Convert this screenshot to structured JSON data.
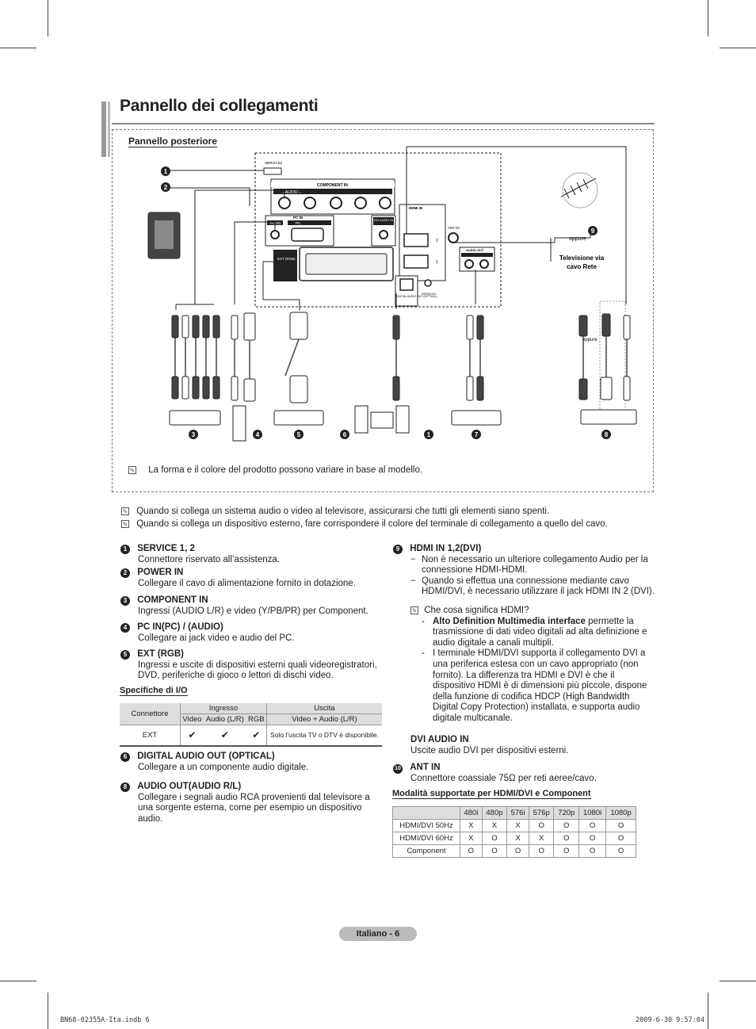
{
  "page": {
    "title": "Pannello dei collegamenti",
    "panel_label": "Pannello posteriore",
    "panel_note": "La forma e il colore del prodotto possono variare in base al modello."
  },
  "diagram": {
    "labels": {
      "usb": "SERVICE2",
      "component_in": "COMPONENT IN",
      "audio": "– AUDIO –",
      "pc_in": "PC IN",
      "audio_small": "AUDIO",
      "pc": "PC",
      "dvi_audio_in": "DVI AUDIO IN",
      "hdmi_in": "HDMI IN",
      "ant_in": "ANT IN",
      "ext_rgb": "EXT (RGB)",
      "digital_audio_out": "DIGITAL AUDIO OUT (OPTICAL)",
      "service1": "SERVICE1",
      "audio_out": "AUDIO OUT",
      "oppure": "oppure",
      "cable_tv": "Televisione via cavo Rete",
      "hdmi_port2": "2",
      "hdmi_port1": "1"
    },
    "markers": [
      "1",
      "2",
      "3",
      "4",
      "5",
      "6",
      "1",
      "7",
      "8",
      "9"
    ]
  },
  "notes": [
    "Quando si collega un sistema audio o video al televisore, assicurarsi che tutti gli elementi siano spenti.",
    "Quando si collega un dispositivo esterno, fare corrispondere il colore del terminale di collegamento a quello del cavo."
  ],
  "left_items": [
    {
      "num": "1",
      "title": "SERVICE 1, 2",
      "desc": "Connettore riservato all’assistenza."
    },
    {
      "num": "2",
      "title": "POWER IN",
      "desc": "Collegare il cavo di alimentazione fornito in dotazione."
    },
    {
      "num": "3",
      "title": "COMPONENT IN",
      "desc": "Ingressi (AUDIO L/R) e video (Y/PB/PR) per Component."
    },
    {
      "num": "4",
      "title": "PC IN(PC) / (AUDIO)",
      "desc": "Collegare ai jack video e audio del PC."
    },
    {
      "num": "5",
      "title": "EXT (RGB)",
      "desc": "Ingressi e uscite di dispositivi esterni quali videoregistratori, DVD, periferiche di gioco o lettori di dischi video."
    }
  ],
  "io_spec": {
    "label": "Specifiche di I/O",
    "headers": {
      "connettore": "Connettore",
      "ingresso": "Ingresso",
      "uscita": "Uscita",
      "video": "Video",
      "audio_lr": "Audio (L/R)",
      "rgb": "RGB",
      "video_audio": "Video + Audio (L/R)"
    },
    "row": {
      "name": "EXT",
      "video": "✔",
      "audio": "✔",
      "rgb": "✔",
      "out": "Solo l’uscita TV o DTV è disponibile."
    }
  },
  "left_items2": [
    {
      "num": "6",
      "title": "DIGITAL AUDIO OUT (OPTICAL)",
      "desc": "Collegare a un componente audio digitale."
    },
    {
      "num": "8",
      "title": "AUDIO OUT(AUDIO R/L)",
      "desc": "Collegare i segnali audio RCA provenienti dal televisore a una sorgente esterna, come per esempio un dispositivo audio."
    }
  ],
  "right": {
    "hdmi": {
      "num": "9",
      "title": "HDMI IN 1,2(DVI)",
      "bullets": [
        "Non è necessario un ulteriore collegamento Audio per la connessione HDMI-HDMI.",
        "Quando si effettua una connessione mediante cavo HDMI/DVI, è necessario utilizzare il jack HDMI IN 2 (DVI)."
      ],
      "what_is": "Che cosa significa HDMI?",
      "def_bold": "Alto Definition Multimedia interface",
      "def_rest": " permette la trasmissione di dati video digitali ad alta definizione e audio digitale a canali multipli.",
      "dvi_text": "I terminale HDMI/DVI supporta il collegamento DVI a una periferica estesa con un cavo appropriato (non fornito). La differenza tra HDMI e DVI è che il dispositivo HDMI è di dimensioni più piccole, dispone della funzione di codifica HDCP (High Bandwidth Digital Copy Protection) installata, e supporta audio digitale multicanale."
    },
    "dvi_audio": {
      "title": "DVI AUDIO IN",
      "desc": "Uscite audio DVI per dispositivi esterni."
    },
    "ant": {
      "num": "10",
      "title": "ANT IN",
      "desc": "Connettore coassiale 75Ω per reti aeree/cavo."
    },
    "modes_label": "Modalità supportate per HDMI/DVI e Component",
    "modes_header": [
      "",
      "480i",
      "480p",
      "576i",
      "576p",
      "720p",
      "1080i",
      "1080p"
    ],
    "modes_rows": [
      [
        "HDMI/DVI 50Hz",
        "X",
        "X",
        "X",
        "O",
        "O",
        "O",
        "O"
      ],
      [
        "HDMI/DVI 60Hz",
        "X",
        "O",
        "X",
        "X",
        "O",
        "O",
        "O"
      ],
      [
        "Component",
        "O",
        "O",
        "O",
        "O",
        "O",
        "O",
        "O"
      ]
    ]
  },
  "footer": {
    "page_label": "Italiano - 6",
    "file": "BN68-02355A-Ita.indb   6",
    "timestamp": "2009-6-30   9:57:04"
  }
}
